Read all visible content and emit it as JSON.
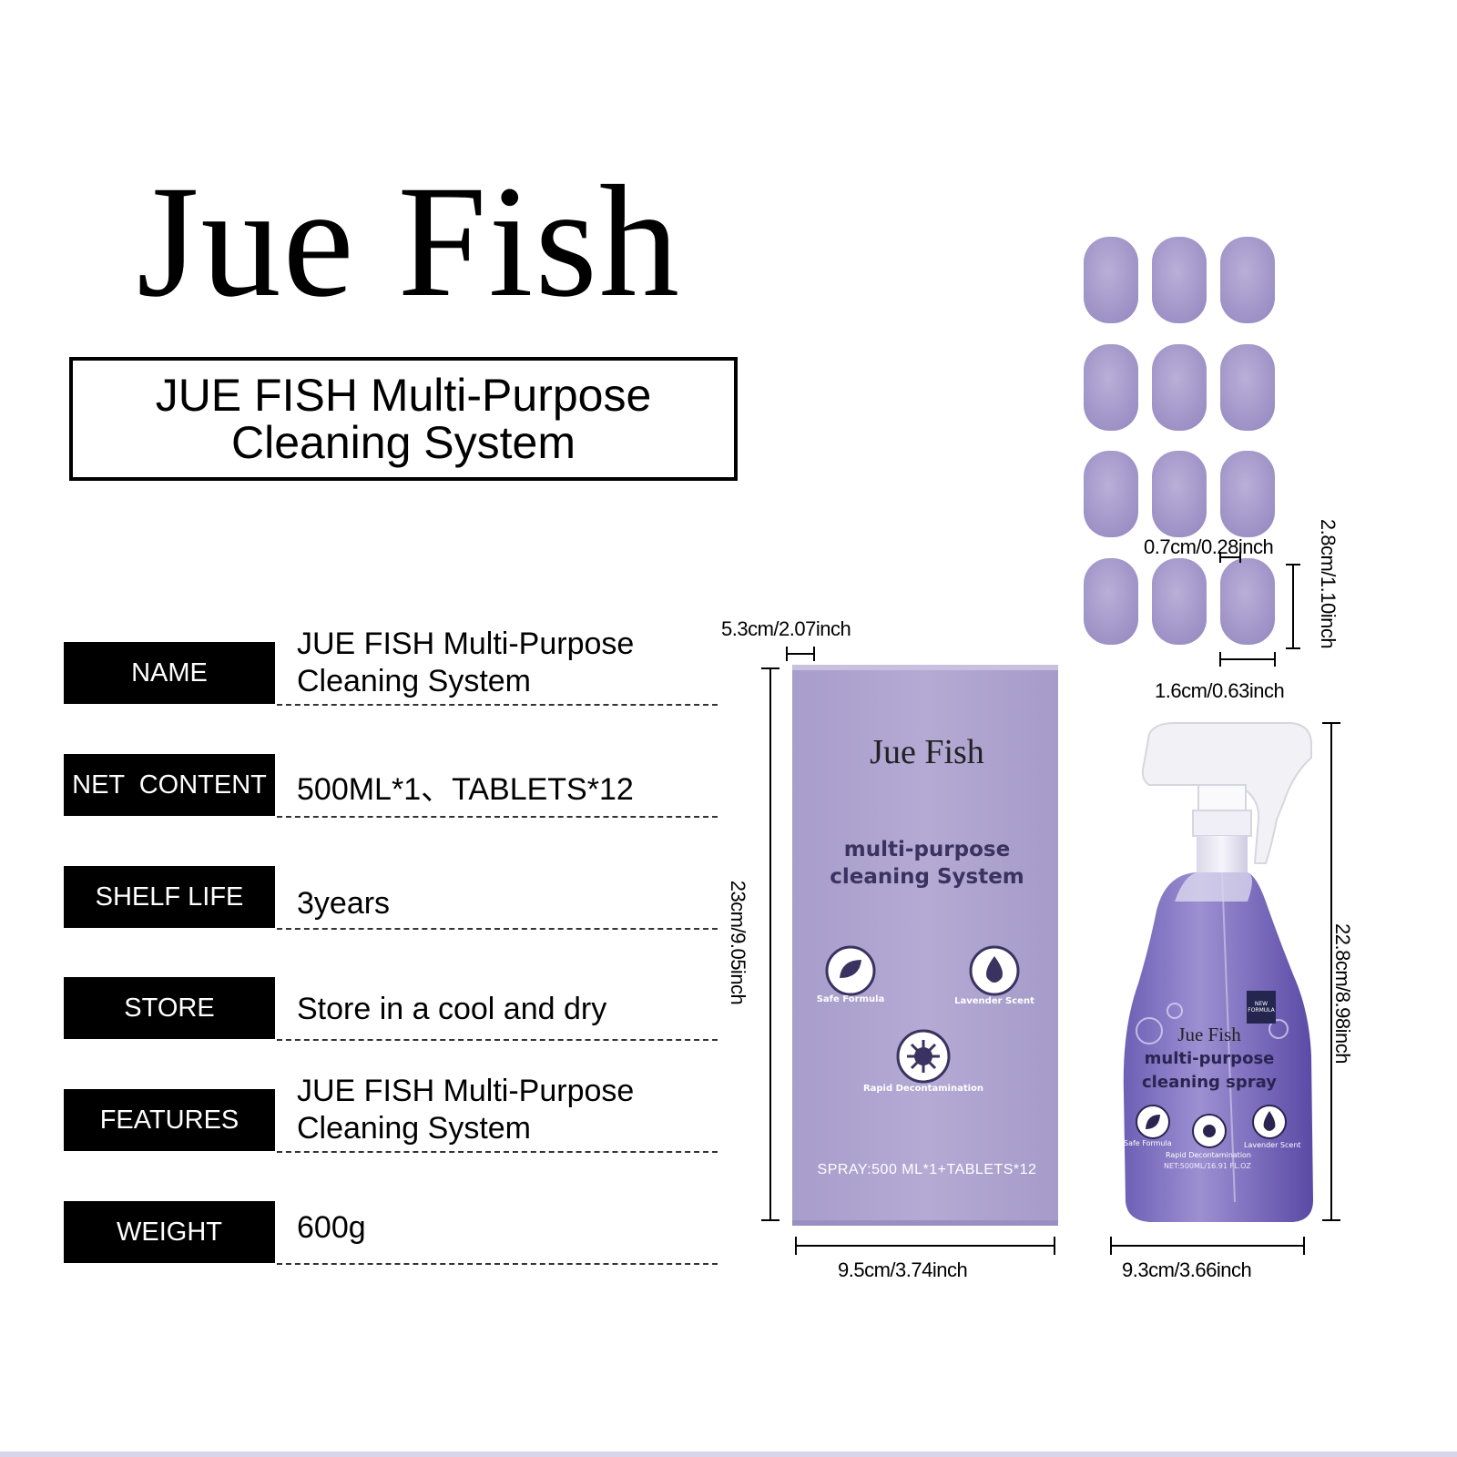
{
  "brand": "Jue Fish",
  "subtitle": "JUE FISH Multi-Purpose Cleaning System",
  "specs": [
    {
      "label": "NAME",
      "value": "JUE FISH Multi-Purpose Cleaning System"
    },
    {
      "label": "NET  CONTENT",
      "value": "500ML*1、TABLETS*12"
    },
    {
      "label": "SHELF LIFE",
      "value": "3years"
    },
    {
      "label": "STORE",
      "value": "Store in a cool and dry"
    },
    {
      "label": "FEATURES",
      "value": "JUE FISH Multi-Purpose Cleaning System"
    },
    {
      "label": "WEIGHT",
      "value": "600g"
    }
  ],
  "dimensions": {
    "box_depth": "5.3cm/2.07inch",
    "box_height": "23cm/9.05inch",
    "box_width": "9.5cm/3.74inch",
    "tablet_thickness": "0.7cm/0.28inch",
    "tablet_height": "2.8cm/1.10inch",
    "tablet_width": "1.6cm/0.63inch",
    "bottle_height": "22.8cm/8.98inch",
    "bottle_width": "9.3cm/3.66inch"
  },
  "box": {
    "brand": "Jue Fish",
    "title": "multi-purpose cleaning System",
    "features": [
      "Safe Formula",
      "Lavender Scent",
      "Rapid Decontamination"
    ],
    "spray": "SPRAY:500 ML*1+TABLETS*12"
  },
  "bottle": {
    "brand": "Jue Fish",
    "title": "multi-purpose cleaning spray",
    "badge": "NEW FORMULA",
    "features": [
      "Safe Formula",
      "Rapid Decontamination",
      "Lavender Scent"
    ],
    "net": "NET:500ML/16.91 FL.OZ"
  },
  "colors": {
    "box_purple": "#b2a7d1",
    "tablet_purple": "#a79bcc",
    "bottle_purple": "#8b7fc6",
    "label_black": "#000000"
  }
}
